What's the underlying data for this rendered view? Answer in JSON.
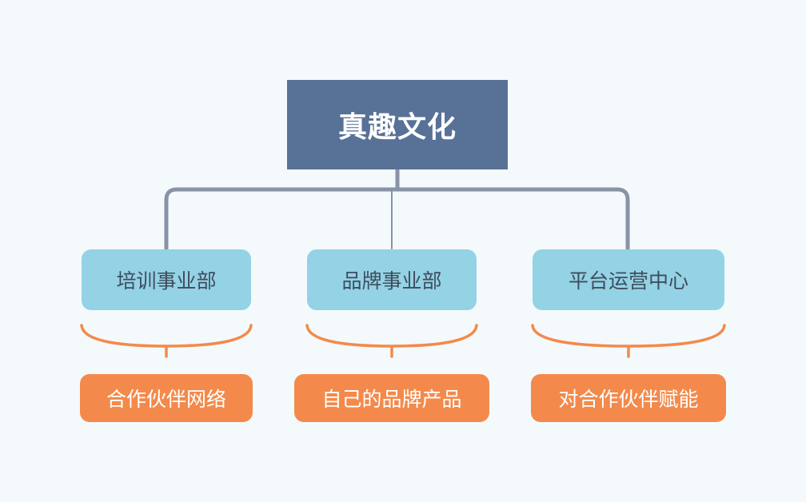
{
  "colors": {
    "background": "#f4f9fc",
    "root_fill": "#587197",
    "department_fill": "#94d2e6",
    "result_fill": "#f38a4b",
    "connector": "#8893a6",
    "brace": "#f38a4b"
  },
  "root": {
    "label": "真趣文化"
  },
  "departments": [
    {
      "label": "培训事业部",
      "result": "合作伙伴网络"
    },
    {
      "label": "品牌事业部",
      "result": "自己的品牌产品"
    },
    {
      "label": "平台运营中心",
      "result": "对合作伙伴赋能"
    }
  ]
}
